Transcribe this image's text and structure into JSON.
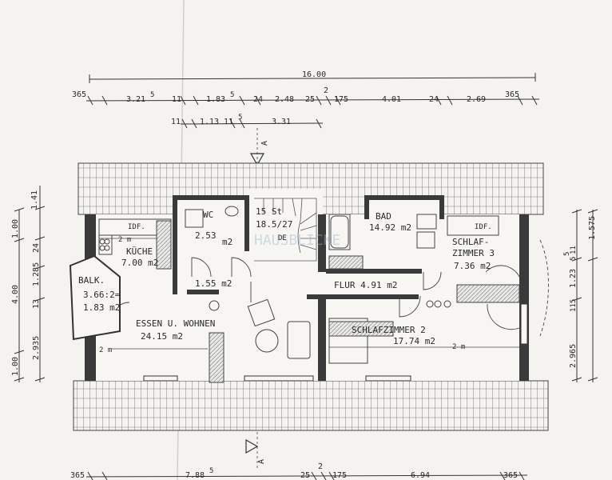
{
  "dimensions": {
    "overall": "16.00",
    "top_row": [
      "365",
      "3.21",
      "5",
      "11",
      "1.83",
      "5",
      "24",
      "2.48",
      "25",
      "2",
      "175",
      "4.01",
      "24",
      "2.69",
      "365"
    ],
    "second_row": [
      "11",
      "1.13",
      "11",
      "5",
      "3.31"
    ],
    "bottom_row": [
      "365",
      "7.88",
      "5",
      "25",
      "2",
      "175",
      "6.94",
      "365"
    ],
    "left_outer": [
      "1.41",
      "1.00",
      "4.00",
      "1.00"
    ],
    "left_inner": [
      "24",
      "1.285",
      "13",
      "2.935"
    ],
    "right_outer": [
      "1.575",
      "1.23",
      "5",
      "2.965"
    ],
    "right_inner": [
      "11",
      "5",
      "115"
    ]
  },
  "section_marks": {
    "top": "A",
    "bottom": "A"
  },
  "rooms": {
    "idf_left": "IDF.",
    "kitchen_a": "2 m",
    "kitchen_name": "KÜCHE",
    "kitchen_area": "7.00 m2",
    "wc_name": "WC",
    "wc_area": "2.53",
    "wc_m2": "m2",
    "stairs_label": "15 St",
    "stairs_area": "18.5/27",
    "stairs_de": "DE",
    "bath_name": "BAD",
    "bath_area": "14.92 m2",
    "idf_right": "IDF.",
    "bed3_name": "SCHLAF-",
    "bed3_name2": "ZIMMER 3",
    "bed3_area": "7.36 m2",
    "balcony_name": "BALK.",
    "balcony_area1": "3.66:2=",
    "balcony_area2": "1.83 m2",
    "hall_small": "1.55 m2",
    "hall_name": "FLUR 4.91 m2",
    "living_name": "ESSEN U. WOHNEN",
    "living_area": "24.15 m2",
    "living_2m": "2 m",
    "bed2_name": "SCHLAFZIMMER 2",
    "bed2_area": "17.74 m2",
    "bed2_2m": "2 m"
  },
  "watermark": "HAUSBLICKE"
}
